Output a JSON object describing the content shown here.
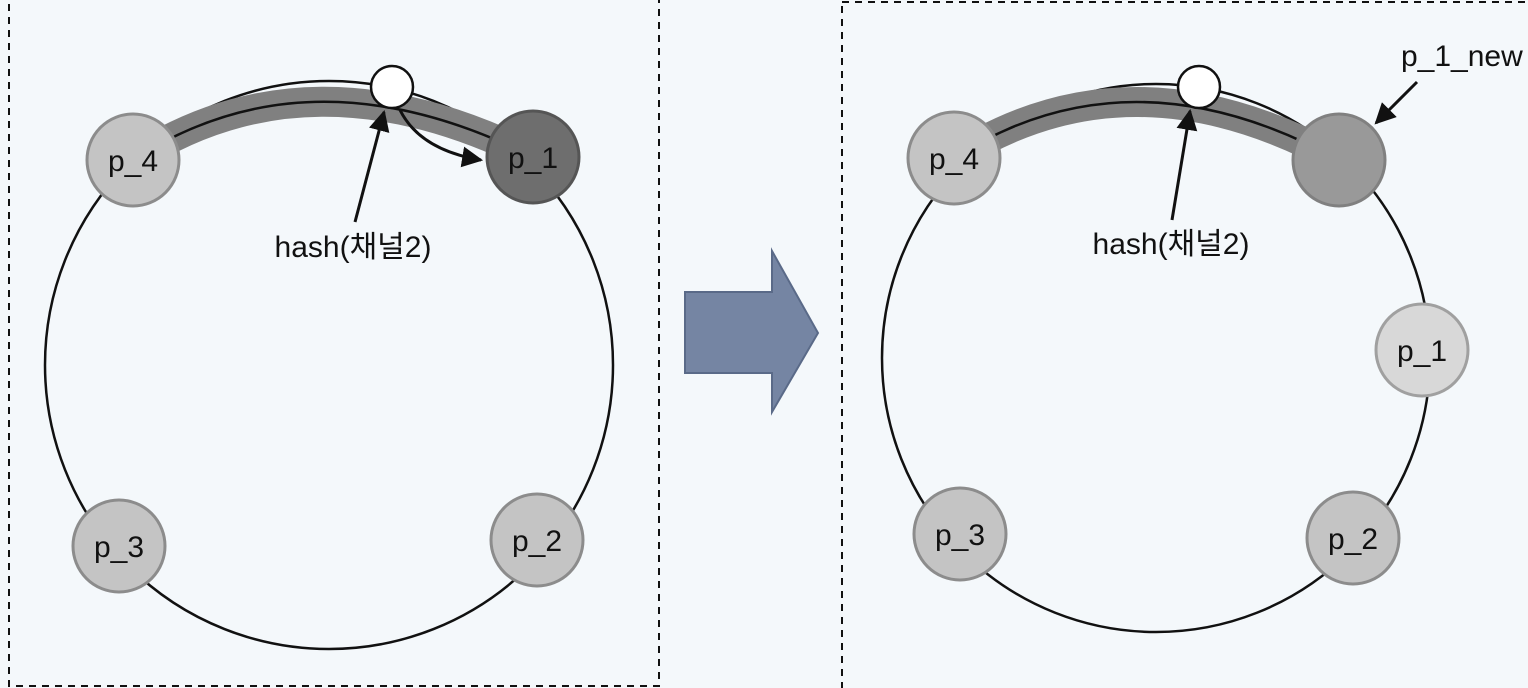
{
  "colors": {
    "background": "#f4f8fb",
    "ring": "#111111",
    "arc_highlight": "#808080",
    "node_light": "#c4c4c4",
    "node_lighter": "#d8d8d8",
    "node_dark": "#6e6e6e",
    "node_medium": "#999999",
    "node_stroke": "#8c8c8c",
    "transition_arrow": "#7585a3",
    "transition_arrow_stroke": "#5a6a88"
  },
  "before": {
    "nodes": {
      "p4": "p_4",
      "p1": "p_1",
      "p3": "p_3",
      "p2": "p_2"
    },
    "hash_label": "hash(채널2)"
  },
  "after": {
    "nodes": {
      "p4": "p_4",
      "p1_new": "",
      "p1": "p_1",
      "p3": "p_3",
      "p2": "p_2"
    },
    "hash_label": "hash(채널2)",
    "new_node_callout": "p_1_new"
  },
  "icons": {
    "transition": "right-arrow-icon"
  }
}
